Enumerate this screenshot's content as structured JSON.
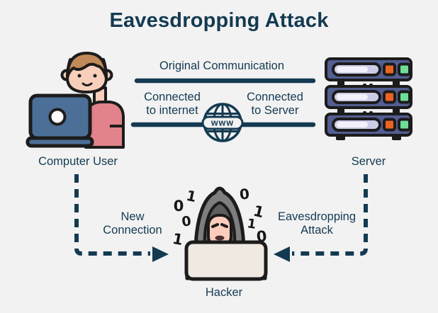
{
  "title": "Eavesdropping Attack",
  "colors": {
    "background": "#f2f2f2",
    "ink": "#143a52",
    "outline": "#1c1c1c",
    "skin": "#f8cfba",
    "hair": "#c18a58",
    "shirt": "#e2828a",
    "laptop": "#4c6f98",
    "server_body": "#535e92",
    "server_slot": "#cccce6",
    "server_slot_inner": "#f2f1fa",
    "server_orange": "#eb6322",
    "server_green": "#6ede97",
    "hood": "#7e7e7e",
    "hood_inner": "#5e5e5e",
    "arm": "#6b6b6b",
    "hacker_skin": "#fbccbc",
    "hacker_laptop": "#efe9e2",
    "digit": "#161616"
  },
  "nodes": {
    "computer_user": {
      "label": "Computer User"
    },
    "server": {
      "label": "Server"
    },
    "hacker": {
      "label": "Hacker",
      "digits": [
        "1",
        "0",
        "0",
        "1",
        "0",
        "1",
        "1",
        "0"
      ]
    }
  },
  "connections": {
    "original_communication": {
      "label": "Original Communication"
    },
    "connected_to_internet": {
      "line1": "Connected",
      "line2": "to internet"
    },
    "connected_to_server": {
      "line1": "Connected",
      "line2": "to Server"
    },
    "new_connection": {
      "line1": "New",
      "line2": "Connection"
    },
    "eavesdropping_attack": {
      "line1": "Eavesdropping",
      "line2": "Attack"
    }
  },
  "globe": {
    "label": "www"
  }
}
